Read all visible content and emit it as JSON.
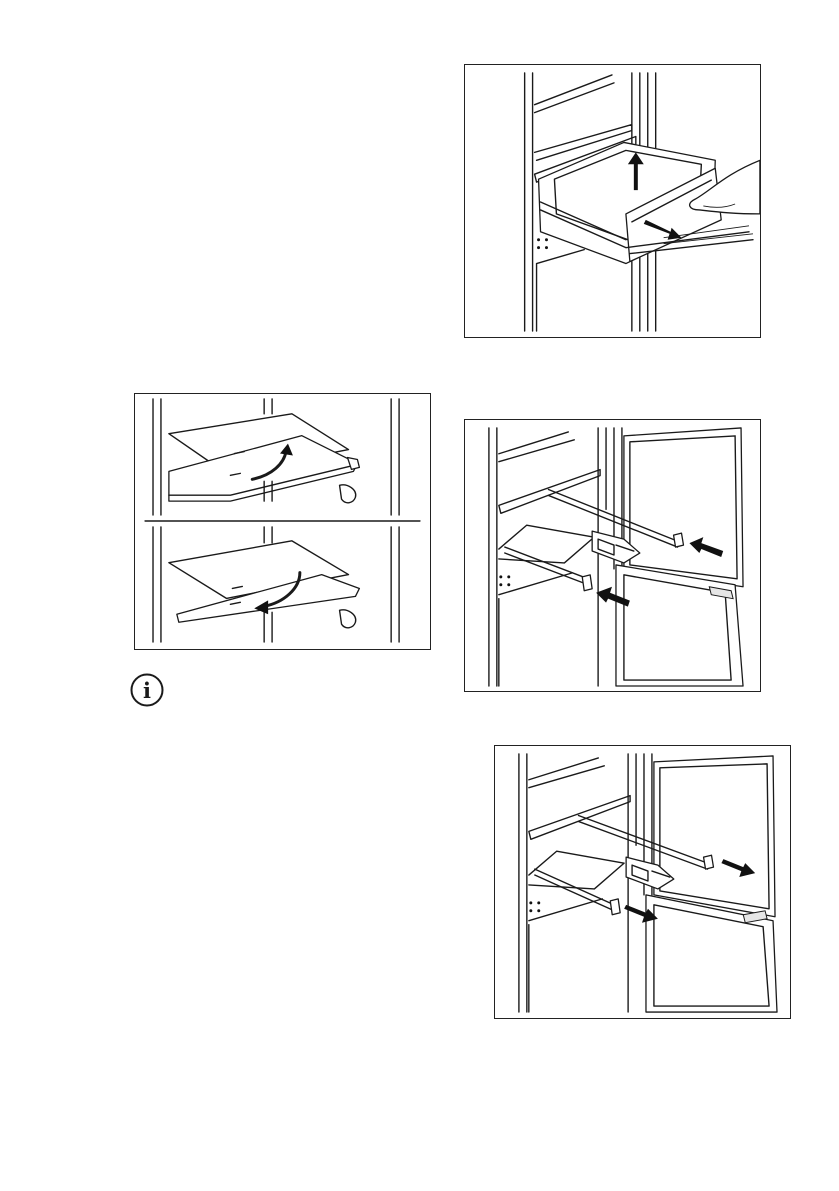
{
  "page": {
    "background": "#ffffff",
    "ink": "#1a1a1a"
  },
  "figures": [
    {
      "id": "drawer-removal",
      "icon": "drawer-pull-out-arrow-icon"
    },
    {
      "id": "shelf-tilt",
      "icon": "shelf-rotate-arrow-icon"
    },
    {
      "id": "rails-push-in",
      "icon": "rail-insert-arrow-icon"
    },
    {
      "id": "rails-pull-out",
      "icon": "rail-extend-arrow-icon"
    }
  ],
  "info": {
    "icon": "info-icon",
    "glyph": "i"
  }
}
